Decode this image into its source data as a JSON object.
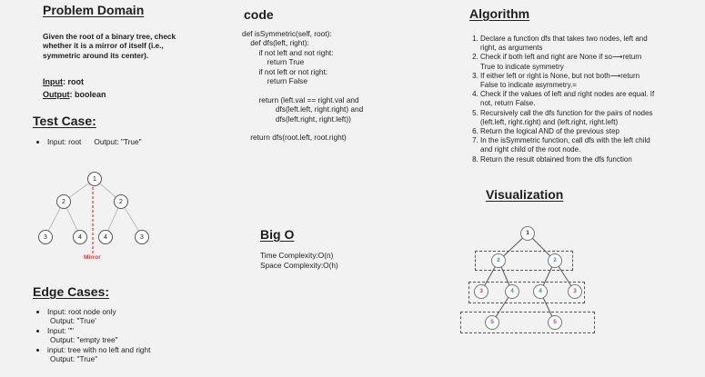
{
  "problem": {
    "title": "Problem Domain",
    "desc": [
      "Given the root of a binary tree, check",
      "whether it is a mirror of itself (i.e.,",
      "symmetric around its center)."
    ],
    "input_label": "Input",
    "input_value": ": root",
    "output_label": "Output",
    "output_value": ": boolean"
  },
  "testcase": {
    "title": "Test Case:",
    "input": "Input: root",
    "output": "Output: \"True\"",
    "tree": {
      "root": "1",
      "level2": [
        "2",
        "2"
      ],
      "level3": [
        "3",
        "4",
        "4",
        "3"
      ],
      "mirror_label": "Mirror"
    }
  },
  "edgecases": {
    "title": "Edge Cases:",
    "items": [
      {
        "line1": "Input: root node only",
        "line2": "Output: \"True'"
      },
      {
        "line1": "Input: \"\"",
        "line2": "Output: \"empty tree\""
      },
      {
        "line1": "input: tree with no left and right",
        "line2": "Output: \"True\""
      }
    ]
  },
  "code": {
    "title": "code",
    "lines": "def isSymmetric(self, root):\n    def dfs(left, right):\n        if not left and not right:\n            return True\n        if not left or not right:\n            return False\n\n        return (left.val == right.val and\n                dfs(left.left, right.right) and\n                dfs(left.right, right.left))\n\n    return dfs(root.left, root.right)"
  },
  "bigo": {
    "title": "Big O",
    "time": "Time Complexity:O(n)",
    "space": "Space Complexity:O(h)"
  },
  "algorithm": {
    "title": "Algorithm",
    "steps": [
      [
        "Declare a  function dfs that takes two nodes, left and",
        "right, as arguments"
      ],
      [
        "Check if both left and right are None if so⟶return",
        "True to indicate symmetry"
      ],
      [
        "If either left or right is None, but not both⟶return",
        "False to indicate asymmetry.="
      ],
      [
        "Check if the values of left and right nodes are equal. If",
        "not, return False."
      ],
      [
        "Recursively call the dfs function for the pairs of nodes",
        "(left.left, right.right) and (left.right, right.left)"
      ],
      [
        "Return the logical AND of the previous step"
      ],
      [
        "In the isSymmetric function, call dfs with the left child",
        "and right child of the root node."
      ],
      [
        "Return the result obtained from the dfs function"
      ]
    ]
  },
  "visualization": {
    "title": "Visualization",
    "root": "1",
    "level2": [
      "2",
      "2"
    ],
    "level3": [
      "3",
      "4",
      "4",
      "3"
    ],
    "level4": [
      "5",
      "5"
    ],
    "colors": {
      "blue": "#3b8fd9",
      "red": "#e03b3b",
      "green": "#2aa36b",
      "purple": "#b23bd1",
      "mirror": "#e03b3b"
    }
  }
}
